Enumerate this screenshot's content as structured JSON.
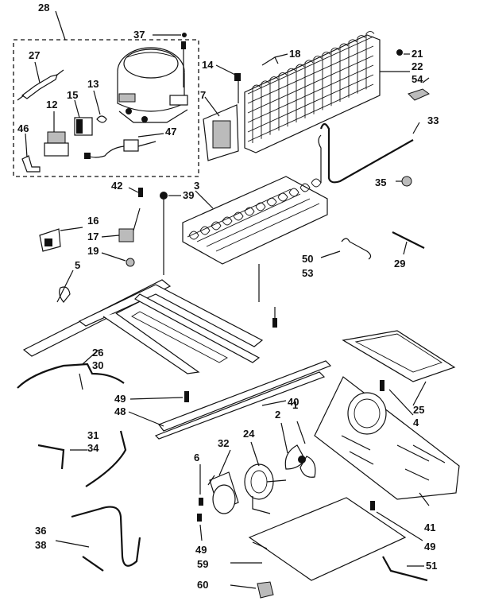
{
  "diagram": {
    "labels": {
      "p1": "1",
      "p2": "2",
      "p3": "3",
      "p4": "4",
      "p5": "5",
      "p6": "6",
      "p7": "7",
      "p12": "12",
      "p13": "13",
      "p14": "14",
      "p15": "15",
      "p16": "16",
      "p17": "17",
      "p18": "18",
      "p19": "19",
      "p21": "21",
      "p22": "22",
      "p24": "24",
      "p25": "25",
      "p26": "26",
      "p27": "27",
      "p28": "28",
      "p29": "29",
      "p30": "30",
      "p31": "31",
      "p32": "32",
      "p33": "33",
      "p34": "34",
      "p35": "35",
      "p36": "36",
      "p37": "37",
      "p38": "38",
      "p39": "39",
      "p40": "40",
      "p41": "41",
      "p42": "42",
      "p46": "46",
      "p47": "47",
      "p48": "48",
      "p49a": "49",
      "p49b": "49",
      "p49c": "49",
      "p50": "50",
      "p51": "51",
      "p53": "53",
      "p54": "54",
      "p59": "59",
      "p60": "60"
    }
  }
}
